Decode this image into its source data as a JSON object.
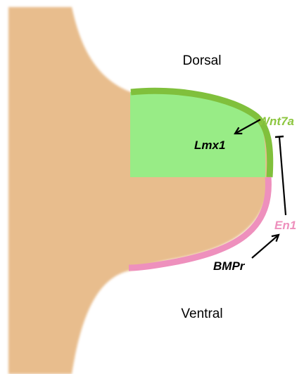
{
  "labels": {
    "dorsal": "Dorsal",
    "ventral": "Ventral",
    "lmx1": "Lmx1",
    "wnt7a": "Wnt7a",
    "en1": "En1",
    "bmpr": "BMPr"
  },
  "colors": {
    "mesenchyme": "#e8bd8d",
    "dorsal_domain": "#98ec86",
    "dorsal_ectoderm": "#80c03c",
    "ventral_ectoderm": "#ee90bd",
    "wnt7a_text": "#8cc63f",
    "en1_text": "#ee90bd",
    "arrow": "#000000"
  }
}
